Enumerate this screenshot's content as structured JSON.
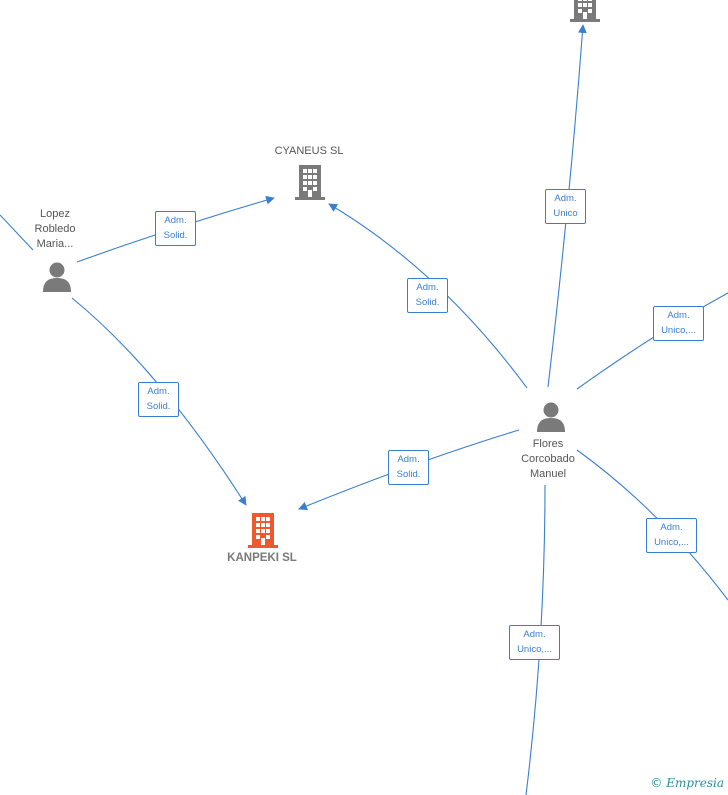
{
  "nodes": {
    "cyaneus": {
      "name": "CYANEUS  SL",
      "icon": "building-icon",
      "color": "#7a7a7a"
    },
    "kanpeki": {
      "name": "KANPEKI  SL",
      "icon": "building-icon",
      "color": "#ee5a2c"
    },
    "top_company": {
      "icon": "building-icon",
      "color": "#7a7a7a"
    },
    "lopez": {
      "name_lines": [
        "Lopez",
        "Robledo",
        "Maria..."
      ],
      "icon": "person-icon",
      "color": "#7a7a7a"
    },
    "flores": {
      "name_lines": [
        "Flores",
        "Corcobado",
        "Manuel"
      ],
      "icon": "person-icon",
      "color": "#7a7a7a"
    }
  },
  "edges": {
    "lopez_cyaneus": [
      "Adm.",
      "Solid."
    ],
    "lopez_kanpeki": [
      "Adm.",
      "Solid."
    ],
    "flores_cyaneus": [
      "Adm.",
      "Solid."
    ],
    "flores_kanpeki": [
      "Adm.",
      "Solid."
    ],
    "flores_top": [
      "Adm.",
      "Unico"
    ],
    "flores_right_up": [
      "Adm.",
      "Unico,..."
    ],
    "flores_right_down": [
      "Adm.",
      "Unico,..."
    ],
    "flores_bottom": [
      "Adm.",
      "Unico,..."
    ]
  },
  "edge_color": "#3a7fcf",
  "credit": {
    "symbol": "©",
    "brand": "Empresia"
  }
}
